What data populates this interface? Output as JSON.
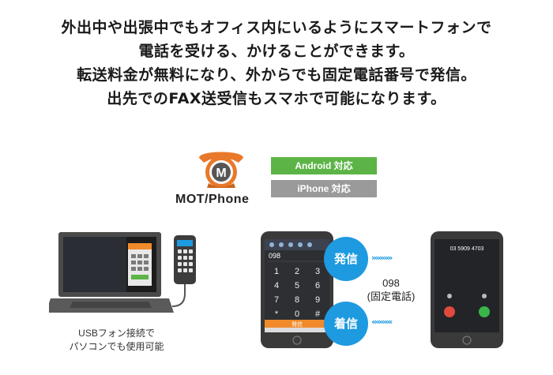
{
  "headline": {
    "line1": "外出中や出張中でもオフィス内にいるようにスマートフォンで",
    "line2": "電話を受ける、かけることができます。",
    "line3": "転送料金が無料になり、外からでも固定電話番号で発信。",
    "line4": "出先でのFAX送受信もスマホで可能になります。"
  },
  "logo": {
    "text": "MOT/Phone",
    "icon_letter": "M",
    "icon_color": "#e8792a"
  },
  "badges": {
    "android": "Android 対応",
    "iphone": "iPhone 対応"
  },
  "laptop_caption": {
    "line1": "USBフォン接続で",
    "line2": "パソコンでも使用可能"
  },
  "call": {
    "outgoing": "発信",
    "incoming": "着信",
    "fixed_number": "098",
    "fixed_label": "(固定電話)",
    "arrows_right": "››››››››››",
    "arrows_left": "‹‹‹‹‹‹‹‹‹‹"
  },
  "phone_left": {
    "dial_number": "098",
    "call_button": "発信",
    "keys": [
      "1",
      "2",
      "3",
      "4",
      "5",
      "6",
      "7",
      "8",
      "9",
      "*",
      "0",
      "#"
    ]
  },
  "phone_right": {
    "incoming_number": "03 5909 4703"
  },
  "colors": {
    "accent_blue": "#1e9ae0",
    "android_green": "#5cb446",
    "iphone_gray": "#9a9a9a",
    "dial_orange": "#f08a2a"
  }
}
